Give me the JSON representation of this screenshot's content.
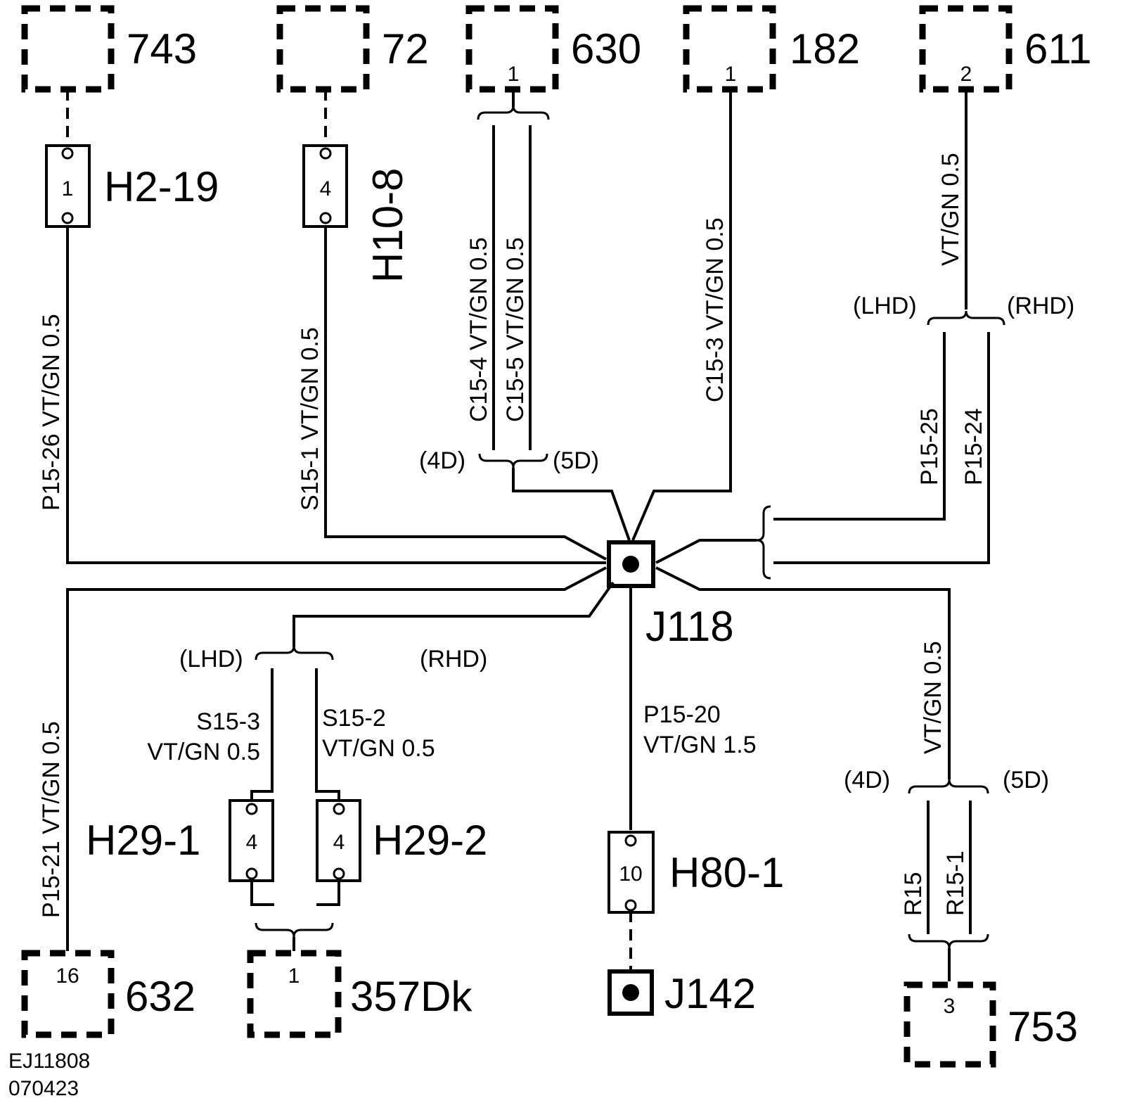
{
  "modules": {
    "m743": {
      "label": "743",
      "pin": ""
    },
    "m72": {
      "label": "72",
      "pin": ""
    },
    "m630": {
      "label": "630",
      "pin": "1"
    },
    "m182": {
      "label": "182",
      "pin": "1"
    },
    "m611": {
      "label": "611",
      "pin": "2"
    },
    "m632": {
      "label": "632",
      "pin": "16"
    },
    "m357": {
      "label": "357Dk",
      "pin": "1"
    },
    "m753": {
      "label": "753",
      "pin": "3"
    }
  },
  "connectors": {
    "h2_19": {
      "label": "H2-19",
      "pin": "1"
    },
    "h10_8": {
      "label": "H10-8",
      "pin": "4"
    },
    "h29_1": {
      "label": "H29-1",
      "pin": "4"
    },
    "h29_2": {
      "label": "H29-2",
      "pin": "4"
    },
    "h80_1": {
      "label": "H80-1",
      "pin": "10"
    }
  },
  "splices": {
    "j118": "J118",
    "j142": "J142"
  },
  "wires": {
    "p15_26": "P15-26   VT/GN  0.5",
    "s15_1": "S15-1   VT/GN  0.5",
    "c15_4": "C15-4  VT/GN  0.5",
    "c15_5": "C15-5  VT/GN  0.5",
    "c15_3": "C15-3   VT/GN  0.5",
    "wire_611": "VT/GN  0.5",
    "p15_25": "P15-25",
    "p15_24": "P15-24",
    "p15_21": "P15-21  VT/GN  0.5",
    "s15_3_id": "S15-3",
    "s15_3_spec": "VT/GN 0.5",
    "s15_2_id": "S15-2",
    "s15_2_spec": "VT/GN 0.5",
    "p15_20_id": "P15-20",
    "p15_20_spec": "VT/GN 1.5",
    "wire_753": "VT/GN  0.5",
    "r15": "R15",
    "r15_1": "R15-1"
  },
  "variants": {
    "lhd_top": "(LHD)",
    "rhd_top": "(RHD)",
    "d4_top": "(4D)",
    "d5_top": "(5D)",
    "lhd_bottom": "(LHD)",
    "rhd_bottom": "(RHD)",
    "d4_right": "(4D)",
    "d5_right": "(5D)"
  },
  "footer": {
    "code": "EJ11808",
    "date": "070423"
  }
}
